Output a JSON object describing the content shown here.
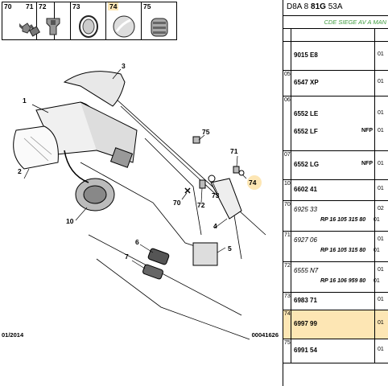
{
  "thumbnails": [
    {
      "label": "70",
      "icon": "screw-icon"
    },
    {
      "label": "71",
      "icon": "bolt-icon"
    },
    {
      "label": "72",
      "icon": "clip-icon"
    },
    {
      "label": "73",
      "icon": "seal-ring-icon"
    },
    {
      "label": "74",
      "icon": "cover-cap-icon",
      "highlight": true
    },
    {
      "label": "75",
      "icon": "grommet-icon"
    }
  ],
  "callouts": [
    "1",
    "2",
    "3",
    "4",
    "5",
    "6",
    "7",
    "10",
    "70",
    "71",
    "72",
    "73",
    "74",
    "75"
  ],
  "footer": {
    "date": "01/2014",
    "ref": "00041626"
  },
  "highlight_color": "#fde6b4",
  "accent_green": "#3d9b3d",
  "header": {
    "code_prefix": "D8A 8",
    "code_bold": "81G",
    "code_suffix": "53A",
    "subtitle": "CDE SIEGE AV A MAN"
  },
  "rows": [
    {
      "key": "",
      "lines": [
        {
          "part": "9015 E8",
          "qty": "01"
        }
      ]
    },
    {
      "key": "05",
      "lines": [
        {
          "part": "6547 XP",
          "qty": "01"
        }
      ]
    },
    {
      "key": "06",
      "lines": [
        {
          "part": "6552 LE",
          "qty": "01"
        },
        {
          "part": "6552 LF",
          "qty": "01",
          "note": "NFP"
        }
      ]
    },
    {
      "key": "07",
      "lines": [
        {
          "part": "6552 LG",
          "qty": "01",
          "note": "NFP"
        }
      ]
    },
    {
      "key": "10",
      "lines": [
        {
          "part": "6602 41",
          "qty": "01"
        }
      ]
    },
    {
      "key": "70",
      "lines": [
        {
          "part": "6925 33",
          "qty": "02",
          "italic": true
        }
      ],
      "ref": "RP 16 105 315 80",
      "ref_qty": "01"
    },
    {
      "key": "71",
      "lines": [
        {
          "part": "6927 06",
          "qty": "01",
          "italic": true
        }
      ],
      "ref": "RP 16 105 315 80",
      "ref_qty": "01"
    },
    {
      "key": "72",
      "lines": [
        {
          "part": "6555 N7",
          "qty": "01",
          "italic": true
        }
      ],
      "ref": "RP 16 106 959 80",
      "ref_qty": "01"
    },
    {
      "key": "73",
      "lines": [
        {
          "part": "6983 71",
          "qty": "01"
        }
      ]
    },
    {
      "key": "74",
      "lines": [
        {
          "part": "6997 99",
          "qty": "01"
        }
      ],
      "highlight": true
    },
    {
      "key": "75",
      "lines": [
        {
          "part": "6991 54",
          "qty": "01"
        }
      ]
    }
  ]
}
